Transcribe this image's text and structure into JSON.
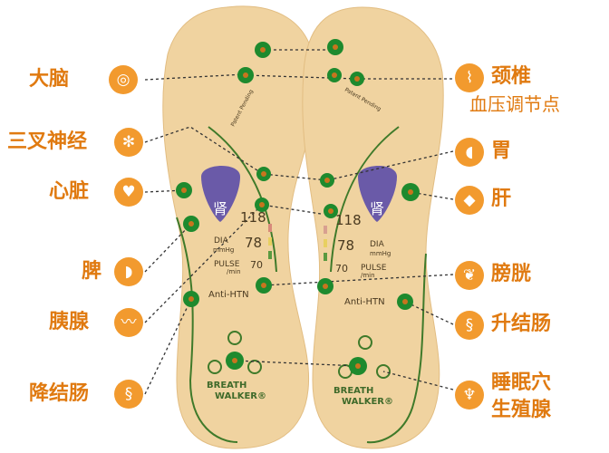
{
  "colors": {
    "label": "#e07a10",
    "icon_bg": "#f29a2e",
    "insole": "#f0d3a0",
    "point": "#1e8a2e",
    "point_center": "#c8741e",
    "kidney_badge": "#6a5aa8"
  },
  "left_labels": [
    {
      "text": "大脑",
      "icon": "brain-icon"
    },
    {
      "text": "三叉神经",
      "icon": "nerve-icon"
    },
    {
      "text": "心脏",
      "icon": "heart-icon"
    },
    {
      "text": "脾",
      "icon": "spleen-icon"
    },
    {
      "text": "胰腺",
      "icon": "pancreas-icon"
    },
    {
      "text": "降结肠",
      "icon": "colon-icon"
    }
  ],
  "right_labels": [
    {
      "text": "颈椎",
      "text2": "血压调节点",
      "icon": "spine-icon"
    },
    {
      "text": "胃",
      "icon": "stomach-icon"
    },
    {
      "text": "肝",
      "icon": "liver-icon"
    },
    {
      "text": "膀胱",
      "icon": "bladder-icon"
    },
    {
      "text": "升结肠",
      "icon": "colon-icon"
    },
    {
      "text": "睡眠穴",
      "text2": "生殖腺",
      "icon": "uterus-icon"
    }
  ],
  "insole": {
    "kidney": "肾",
    "sys": "118",
    "dia_label": "DIA",
    "dia_unit": "mmHg",
    "dia": "78",
    "pulse_label": "PULSE",
    "pulse_unit": "/min",
    "pulse": "70",
    "anti": "Anti-HTN",
    "brand1": "BREATH",
    "brand2": "WALKER®",
    "patent": "Patent Pending"
  }
}
